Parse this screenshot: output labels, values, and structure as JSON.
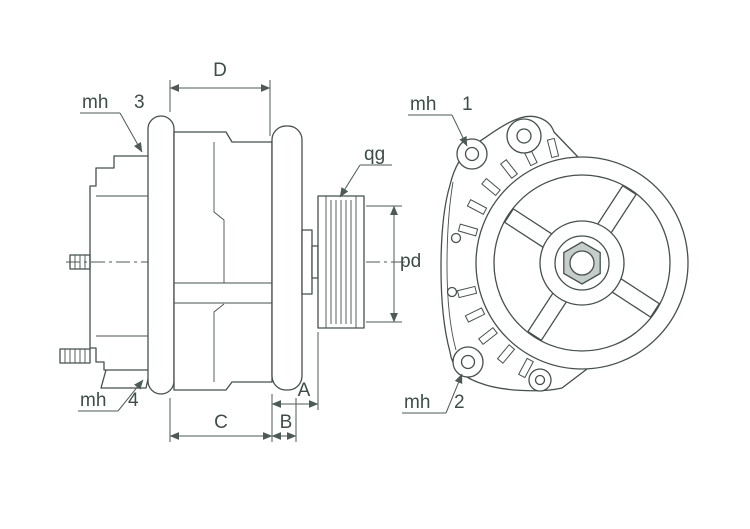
{
  "drawing": {
    "colors": {
      "background": "#ffffff",
      "line": "#45504d",
      "dim": "#4d5a56",
      "text": "#3d4d49",
      "nut": "#c6cecb"
    }
  },
  "dimensions": {
    "D": {
      "label": "D"
    },
    "C": {
      "label": "C"
    },
    "B": {
      "label": "B"
    },
    "A": {
      "label": "A"
    },
    "pd": {
      "label": "pd"
    },
    "qg": {
      "label": "qg"
    }
  },
  "callouts": {
    "mh1": {
      "prefix": "mh",
      "number": "1"
    },
    "mh2": {
      "prefix": "mh",
      "number": "2"
    },
    "mh3": {
      "prefix": "mh",
      "number": "3"
    },
    "mh4": {
      "prefix": "mh",
      "number": "4"
    }
  }
}
